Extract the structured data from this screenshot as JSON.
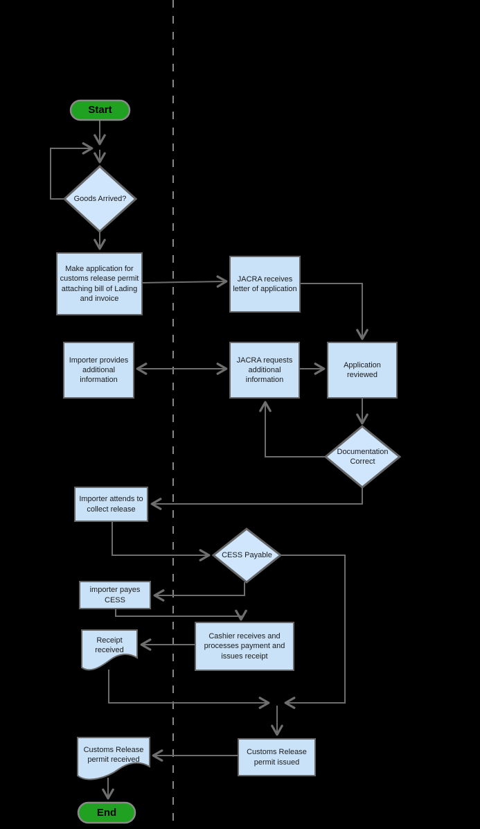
{
  "diagram": {
    "type": "flowchart",
    "background_color": "#000000",
    "colors": {
      "process_fill": "#c9e2f8",
      "process_stroke": "#666666",
      "decision_fill": "#cfe6fd",
      "terminator_fill": "#21a121",
      "terminator_stroke": "#8a8a8a",
      "connector": "#6e6e6e",
      "lane_divider": "#888888",
      "text": "#1a1a1a"
    },
    "nodes": {
      "start": {
        "type": "terminator",
        "label": "Start"
      },
      "goods_arrived": {
        "type": "decision",
        "label": "Goods Arrived?"
      },
      "make_application": {
        "type": "process",
        "label": "Make application for customs release permit  attaching bill of Lading and invoice"
      },
      "jacra_receives": {
        "type": "process",
        "label": "JACRA receives letter of application"
      },
      "importer_provides": {
        "type": "process",
        "label": "Importer provides additional information"
      },
      "jacra_requests": {
        "type": "process",
        "label": "JACRA requests additional information"
      },
      "application_reviewed": {
        "type": "process",
        "label": "Application reviewed"
      },
      "documentation_correct": {
        "type": "decision",
        "label": "Documentation Correct"
      },
      "importer_attends": {
        "type": "process",
        "label": "Importer attends to collect release"
      },
      "cess_payable": {
        "type": "decision",
        "label": "CESS Payable"
      },
      "importer_pays": {
        "type": "process",
        "label": "importer payes CESS"
      },
      "cashier": {
        "type": "process",
        "label": "Cashier receives and processes payment and issues receipt"
      },
      "receipt_received": {
        "type": "document",
        "label": "Receipt received"
      },
      "permit_issued": {
        "type": "process",
        "label": "Customs Release permit issued"
      },
      "permit_received": {
        "type": "document",
        "label": "Customs Release permit received"
      },
      "end": {
        "type": "terminator",
        "label": "End"
      }
    },
    "edges": [
      {
        "from": "start",
        "to": "goods_arrived"
      },
      {
        "from": "goods_arrived",
        "to": "goods_arrived",
        "note": "loop back left side"
      },
      {
        "from": "goods_arrived",
        "to": "make_application"
      },
      {
        "from": "make_application",
        "to": "jacra_receives"
      },
      {
        "from": "jacra_receives",
        "to": "application_reviewed"
      },
      {
        "from": "jacra_requests",
        "to": "application_reviewed"
      },
      {
        "from": "importer_provides",
        "to": "jacra_requests",
        "bidirectional": true
      },
      {
        "from": "application_reviewed",
        "to": "documentation_correct"
      },
      {
        "from": "documentation_correct",
        "to": "jacra_requests"
      },
      {
        "from": "documentation_correct",
        "to": "importer_attends"
      },
      {
        "from": "importer_attends",
        "to": "cess_payable"
      },
      {
        "from": "cess_payable",
        "to": "permit_issued"
      },
      {
        "from": "cess_payable",
        "to": "importer_pays"
      },
      {
        "from": "importer_pays",
        "to": "cashier"
      },
      {
        "from": "cashier",
        "to": "receipt_received"
      },
      {
        "from": "receipt_received",
        "to": "permit_issued"
      },
      {
        "from": "permit_issued",
        "to": "permit_received"
      },
      {
        "from": "permit_received",
        "to": "end"
      }
    ]
  }
}
